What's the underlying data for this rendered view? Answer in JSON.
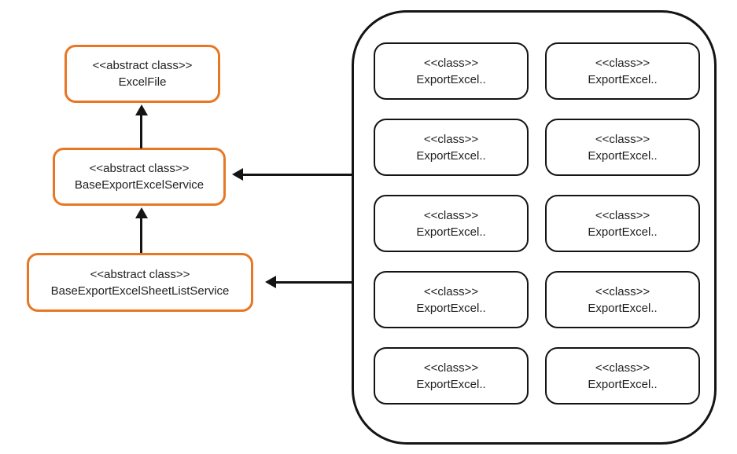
{
  "diagram": {
    "colors": {
      "accent_orange": "#e87724",
      "line_black": "#141414",
      "background": "#ffffff"
    },
    "abstract_classes": [
      {
        "stereotype": "<<abstract class>>",
        "name": "ExcelFile"
      },
      {
        "stereotype": "<<abstract class>>",
        "name": "BaseExportExcelService"
      },
      {
        "stereotype": "<<abstract class>>",
        "name": "BaseExportExcelSheetListService"
      }
    ],
    "concrete_classes": [
      {
        "stereotype": "<<class>>",
        "name": "ExportExcel.."
      },
      {
        "stereotype": "<<class>>",
        "name": "ExportExcel.."
      },
      {
        "stereotype": "<<class>>",
        "name": "ExportExcel.."
      },
      {
        "stereotype": "<<class>>",
        "name": "ExportExcel.."
      },
      {
        "stereotype": "<<class>>",
        "name": "ExportExcel.."
      },
      {
        "stereotype": "<<class>>",
        "name": "ExportExcel.."
      },
      {
        "stereotype": "<<class>>",
        "name": "ExportExcel.."
      },
      {
        "stereotype": "<<class>>",
        "name": "ExportExcel.."
      },
      {
        "stereotype": "<<class>>",
        "name": "ExportExcel.."
      },
      {
        "stereotype": "<<class>>",
        "name": "ExportExcel.."
      }
    ]
  }
}
